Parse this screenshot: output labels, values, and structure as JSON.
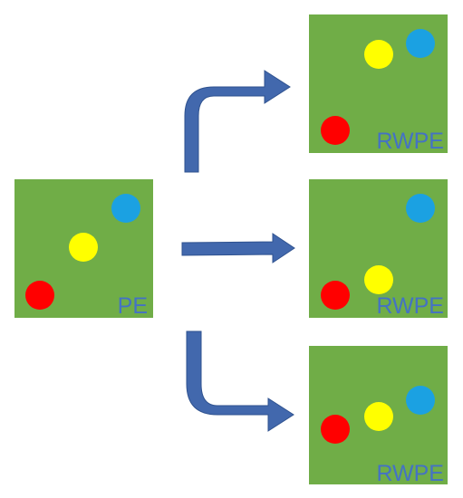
{
  "colors": {
    "background": "#ffffff",
    "panel": "#70ad47",
    "label": "#4472c4",
    "arrow": "#4268ad",
    "arrow_stroke": "#2f528f",
    "dot_red": "#ff0000",
    "dot_yellow": "#ffff00",
    "dot_blue": "#1ba1e2"
  },
  "source_panel": {
    "label": "PE",
    "dots": [
      "red",
      "yellow",
      "blue"
    ]
  },
  "output_panels": [
    {
      "label": "RWPE",
      "dots": [
        "red",
        "yellow",
        "blue"
      ]
    },
    {
      "label": "RWPE",
      "dots": [
        "red",
        "yellow",
        "blue"
      ]
    },
    {
      "label": "RWPE",
      "dots": [
        "red",
        "yellow",
        "blue"
      ]
    }
  ],
  "arrows": [
    "curved-up",
    "straight",
    "curved-down"
  ]
}
